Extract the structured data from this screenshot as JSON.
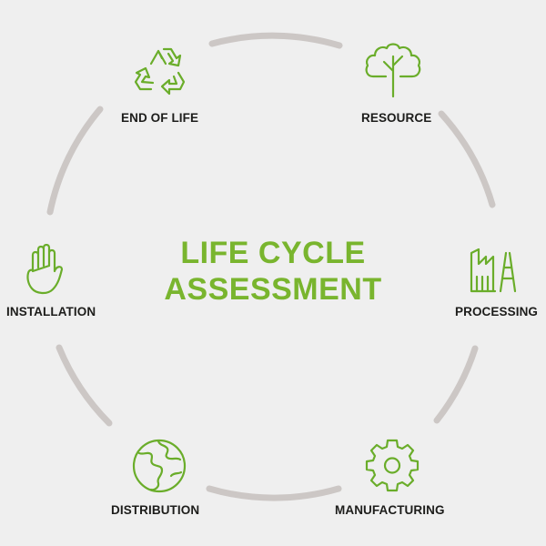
{
  "colors": {
    "accent": "#79b52e",
    "ring": "#ccc7c5",
    "background": "#efefef",
    "label": "#1d1d1b"
  },
  "center": {
    "line1": "LIFE CYCLE",
    "line2": "ASSESSMENT"
  },
  "stages": [
    {
      "label": "RESOURCE",
      "icon": "tree-icon"
    },
    {
      "label": "PROCESSING",
      "icon": "factory-icon"
    },
    {
      "label": "MANUFACTURING",
      "icon": "gear-icon"
    },
    {
      "label": "DISTRIBUTION",
      "icon": "globe-icon"
    },
    {
      "label": "INSTALLATION",
      "icon": "hand-icon"
    },
    {
      "label": "END OF LIFE",
      "icon": "recycle-icon"
    }
  ]
}
